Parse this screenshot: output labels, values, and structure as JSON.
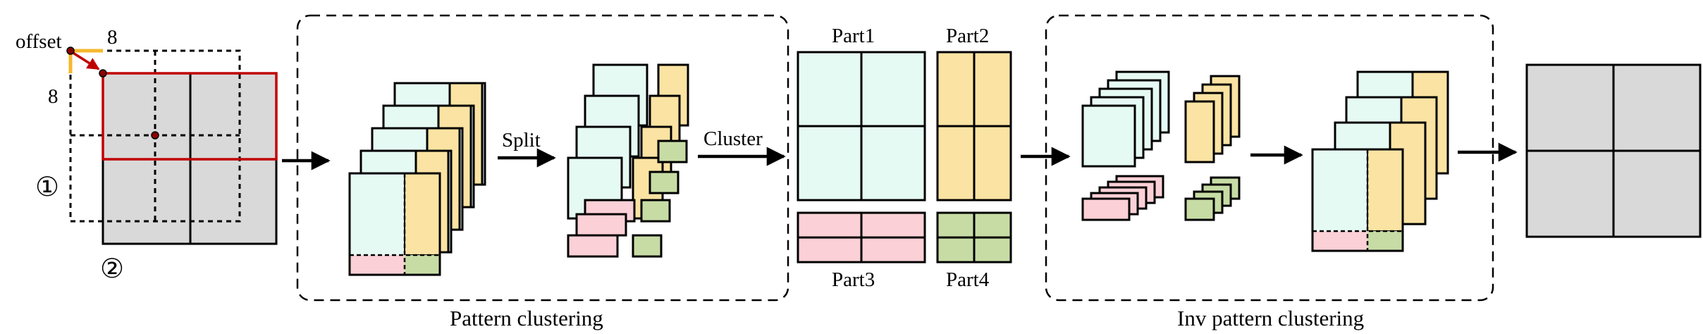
{
  "colors": {
    "cyan": "#e6faf4",
    "yellow": "#fbe3a3",
    "pink": "#fbd0d6",
    "green": "#c7dca5",
    "gray": "#d9d9d9",
    "red": "#c00000",
    "orange": "#f6b82b",
    "stroke": "#000000"
  },
  "stage1": {
    "offset_label": "offset",
    "dim_top": "8",
    "dim_left": "8",
    "marker_1": "①",
    "marker_2": "②"
  },
  "pattern": {
    "split_label": "Split",
    "cluster_label": "Cluster",
    "caption": "Pattern clustering"
  },
  "parts": {
    "part1": "Part1",
    "part2": "Part2",
    "part3": "Part3",
    "part4": "Part4"
  },
  "inv": {
    "caption": "Inv pattern clustering"
  }
}
